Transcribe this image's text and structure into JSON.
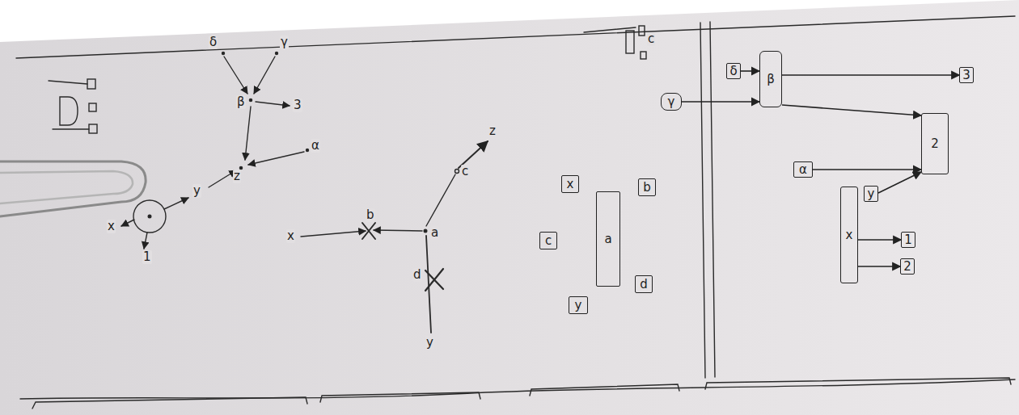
{
  "diagram": {
    "nodes": [
      {
        "text": [
          "x"
        ]
      },
      {
        "text": [
          "b"
        ]
      },
      {
        "text": [
          "c"
        ]
      },
      {
        "text": [
          "a"
        ]
      },
      {
        "text": [
          "d"
        ]
      },
      {
        "text": [
          "y"
        ]
      },
      {
        "text": [
          "δ"
        ]
      },
      {
        "text": [
          "β"
        ]
      },
      {
        "text": [
          "γ"
        ]
      },
      {
        "text": [
          "3"
        ]
      },
      {
        "text": [
          "2"
        ]
      },
      {
        "text": [
          "α"
        ]
      },
      {
        "text": [
          "y"
        ]
      },
      {
        "text": [
          "x"
        ]
      },
      {
        "text": [
          "1"
        ]
      },
      {
        "text": [
          "2"
        ]
      }
    ],
    "edges": [
      {
        "from": 6,
        "to": 7,
        "arrow": "to"
      },
      {
        "from": 8,
        "to": 7,
        "arrow": "to"
      },
      {
        "from": 7,
        "to": 9,
        "arrow": "to"
      },
      {
        "from": 7,
        "to": 10,
        "arrow": "to"
      },
      {
        "from": 11,
        "to": 10,
        "arrow": "to"
      },
      {
        "from": 12,
        "to": 10,
        "arrow": "to"
      },
      {
        "from": 13,
        "to": 14,
        "arrow": "to"
      },
      {
        "from": 13,
        "to": 15,
        "arrow": "to"
      }
    ],
    "labels": [
      "δ",
      "γ",
      "β",
      "3",
      "z",
      "α",
      "y",
      "x",
      "1",
      "x",
      "b",
      "a",
      "c",
      "z",
      "d",
      "y",
      "c"
    ]
  }
}
